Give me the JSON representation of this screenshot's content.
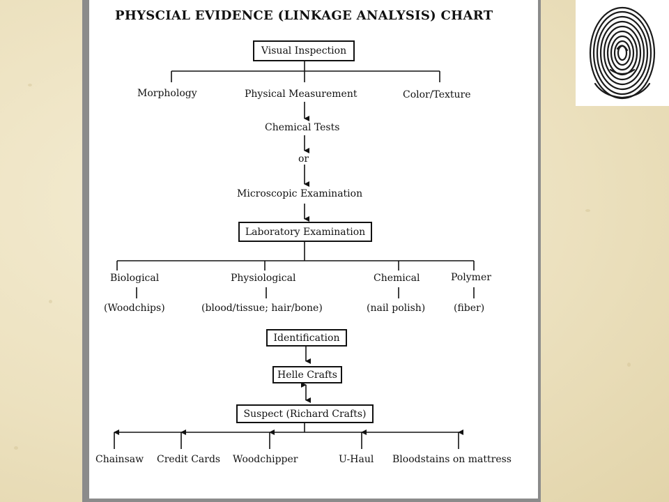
{
  "chart": {
    "title": "PHYSCIAL EVIDENCE (LINKAGE ANALYSIS) CHART",
    "visual_inspection": "Visual Inspection",
    "morphology": "Morphology",
    "physical_measurement": "Physical Measurement",
    "color_texture": "Color/Texture",
    "chemical_tests": "Chemical Tests",
    "or": "or",
    "microscopic_examination": "Microscopic Examination",
    "laboratory_examination": "Laboratory Examination",
    "biological": "Biological",
    "biological_example": "(Woodchips)",
    "physiological": "Physiological",
    "physiological_example": "(blood/tissue; hair/bone)",
    "chemical": "Chemical",
    "chemical_example": "(nail polish)",
    "polymer": "Polymer",
    "polymer_example": "(fiber)",
    "identification": "Identification",
    "helle_crafts": "Helle Crafts",
    "suspect": "Suspect (Richard Crafts)",
    "evidence_items": [
      "Chainsaw",
      "Credit Cards",
      "Woodchipper",
      "U-Haul",
      "Bloodstains on mattress"
    ]
  },
  "colors": {
    "background": "#ece1bf",
    "panel_border": "#8b8b8b",
    "ink": "#111111"
  },
  "icons": {
    "corner_image": "fingerprint-icon"
  }
}
